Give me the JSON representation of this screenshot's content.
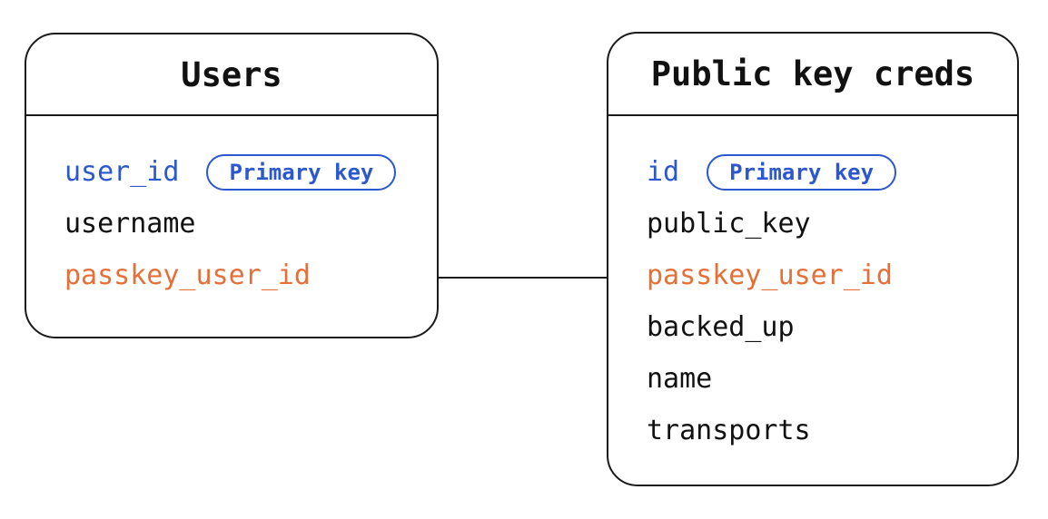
{
  "diagram": {
    "type": "entity-relationship",
    "palette": {
      "blue": "#2b57cf",
      "orange": "#e56f38",
      "black": "#111111",
      "line": "#1a1a1a",
      "background": "#ffffff"
    },
    "tables": [
      {
        "id": "users",
        "title": "Users",
        "fields": [
          {
            "name": "user_id",
            "color": "blue",
            "badge": "Primary key"
          },
          {
            "name": "username",
            "color": "black"
          },
          {
            "name": "passkey_user_id",
            "color": "orange"
          }
        ]
      },
      {
        "id": "public-key-creds",
        "title": "Public key creds",
        "fields": [
          {
            "name": "id",
            "color": "blue",
            "badge": "Primary key"
          },
          {
            "name": "public_key",
            "color": "black"
          },
          {
            "name": "passkey_user_id",
            "color": "orange"
          },
          {
            "name": "backed_up",
            "color": "black"
          },
          {
            "name": "name",
            "color": "black"
          },
          {
            "name": "transports",
            "color": "black"
          }
        ]
      }
    ],
    "connector": {
      "from_table": "Users",
      "from_field": "passkey_user_id",
      "to_table": "Public key creds",
      "to_field": "passkey_user_id",
      "style": "solid-horizontal-line"
    }
  }
}
